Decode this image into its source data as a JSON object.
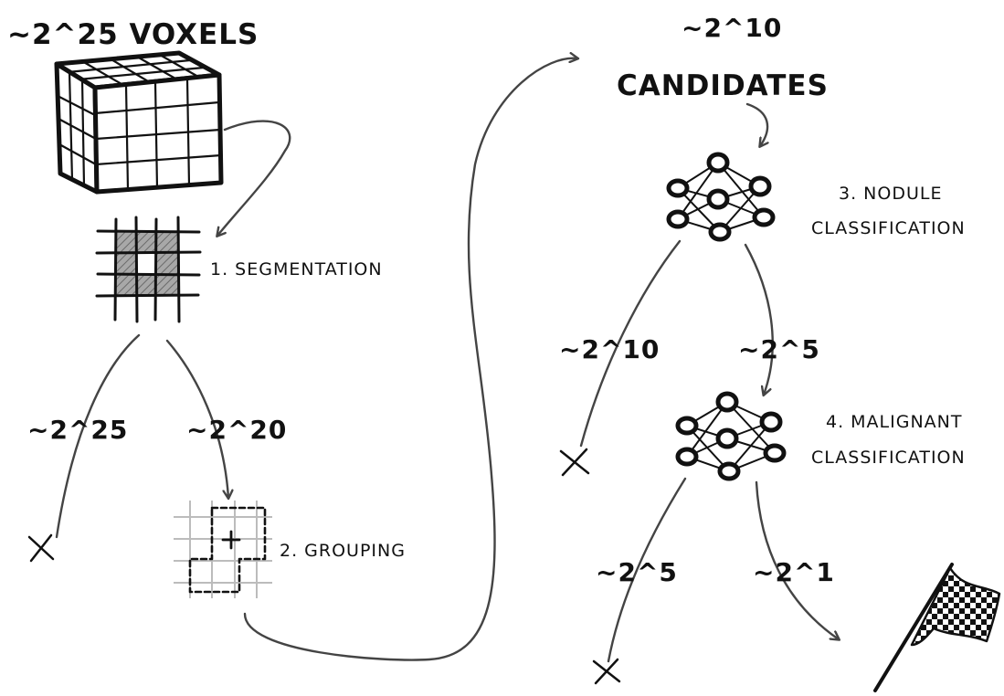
{
  "top_left": {
    "title": "~2^25 VOXELS"
  },
  "top_right": {
    "count": "~2^10",
    "title": "CANDIDATES"
  },
  "steps": [
    {
      "label": "1. SEGMENTATION"
    },
    {
      "label": "2. GROUPING"
    },
    {
      "label": "3. NODULE",
      "label2": "CLASSIFICATION"
    },
    {
      "label": "4. MALIGNANT",
      "label2": "CLASSIFICATION"
    }
  ],
  "branches": {
    "seg_discard": "~2^25",
    "seg_keep": "~2^20",
    "nod_discard": "~2^10",
    "nod_keep": "~2^5",
    "mal_discard": "~2^5",
    "mal_keep": "~2^1"
  },
  "icons": [
    "voxel-cube-icon",
    "segmentation-grid-icon",
    "grouping-grid-icon",
    "neural-net-icon",
    "reject-x-icon",
    "checkered-flag-icon"
  ],
  "colors": {
    "ink": "#111111",
    "arrow": "#444444",
    "shade": "#8c8c8c",
    "faint": "#bcbcbc"
  }
}
